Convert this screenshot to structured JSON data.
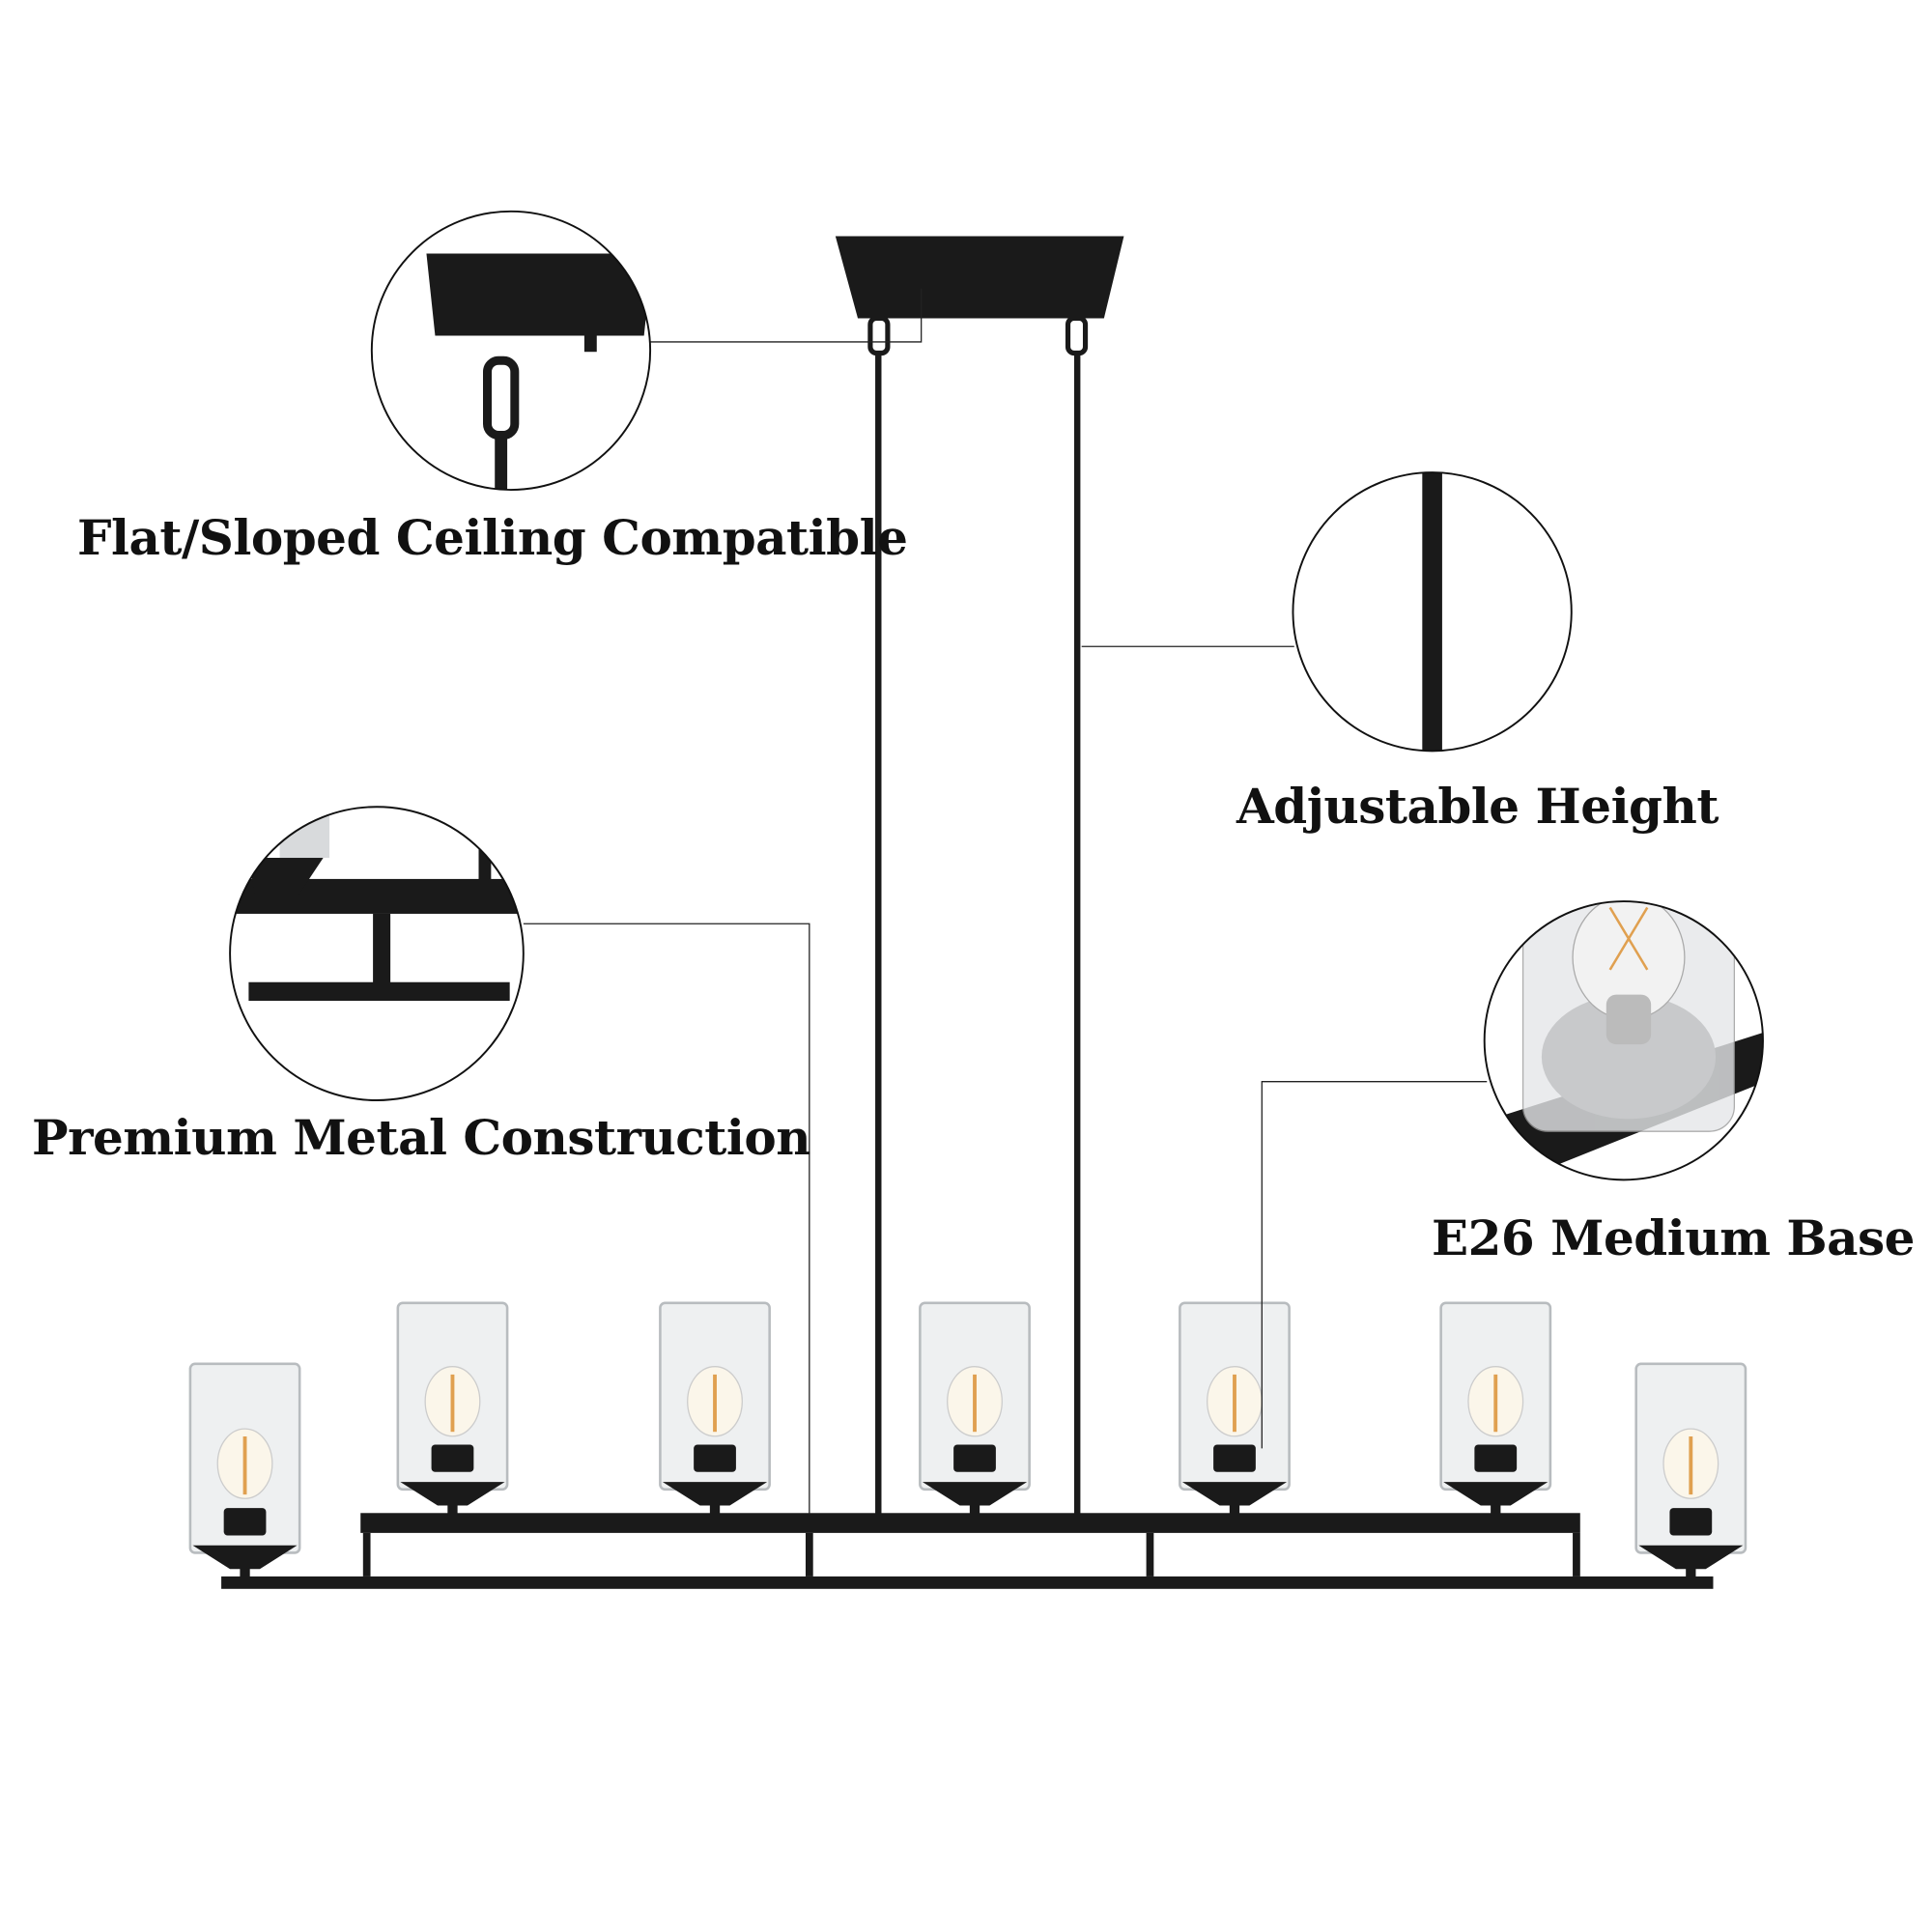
{
  "features": [
    {
      "label": "Flat/Sloped Ceiling Compatible"
    },
    {
      "label": "Adjustable Height"
    },
    {
      "label": "Premium Metal Construction"
    },
    {
      "label": "E26 Medium Base"
    }
  ],
  "colors": {
    "metal": "#1a1a1a",
    "glass": "#c9ccce",
    "filament": "#e0a050",
    "background": "#ffffff"
  },
  "lamp_count": 7
}
